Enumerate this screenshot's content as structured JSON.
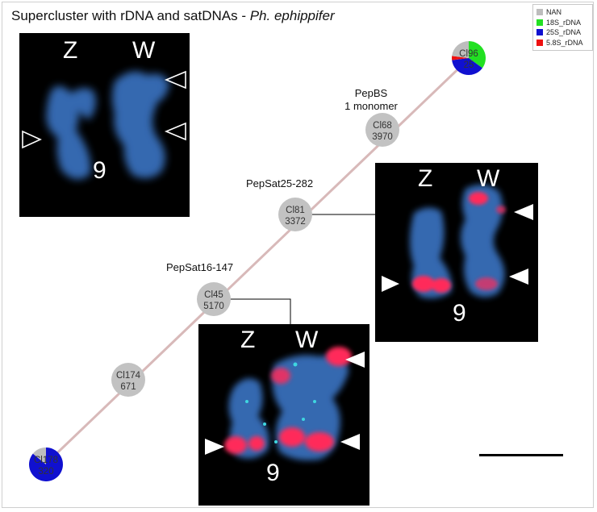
{
  "title": {
    "main": "Supercluster with rDNA and satDNAs - ",
    "species": "Ph. ephippifer"
  },
  "legend": {
    "items": [
      {
        "label": "NAN",
        "color": "#bdbdbd"
      },
      {
        "label": "18S_rDNA",
        "color": "#22e022"
      },
      {
        "label": "25S_rDNA",
        "color": "#1010d0"
      },
      {
        "label": "5.8S_rDNA",
        "color": "#ee1010"
      }
    ]
  },
  "annotations": {
    "pepbs": "PepBS",
    "pepbs_sub": "1 monomer",
    "pepsat25": "PepSat25-282",
    "pepsat16": "PepSat16-147"
  },
  "nodes": [
    {
      "id": "Cl96",
      "count": "25",
      "type": "pie",
      "slices": [
        {
          "share": 0.35,
          "color": "#22e022"
        },
        {
          "share": 0.38,
          "color": "#1010d0"
        },
        {
          "share": 0.04,
          "color": "#ee1010"
        },
        {
          "share": 0.23,
          "color": "#bdbdbd"
        }
      ]
    },
    {
      "id": "Cl68",
      "count": "3970",
      "type": "plain"
    },
    {
      "id": "Cl81",
      "count": "3372",
      "type": "plain"
    },
    {
      "id": "Cl45",
      "count": "5170",
      "type": "plain"
    },
    {
      "id": "Cl174",
      "count": "671",
      "type": "plain"
    },
    {
      "id": "Cl178",
      "count": "320",
      "type": "pie",
      "slices": [
        {
          "share": 0.86,
          "color": "#1010d0"
        },
        {
          "share": 0.14,
          "color": "#bdbdbd"
        }
      ]
    }
  ],
  "panels": {
    "p1": {
      "z": "Z",
      "w": "W",
      "pair": "9"
    },
    "p2": {
      "z": "Z",
      "w": "W",
      "pair": "9"
    },
    "p3": {
      "z": "Z",
      "w": "W",
      "pair": "9"
    }
  },
  "colors": {
    "edge": "#d8b9b9",
    "node": "#c2c2c2",
    "chromosome": "#3f7fd0",
    "signal": "#ff2a55"
  }
}
